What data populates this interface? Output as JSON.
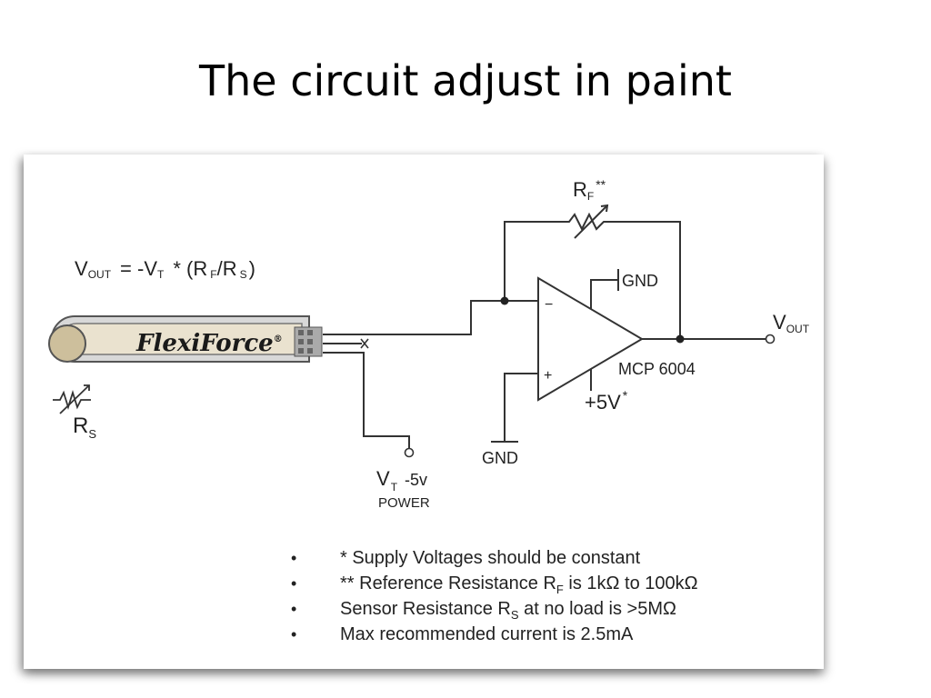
{
  "slide": {
    "title": "The circuit adjust in paint"
  },
  "diagram": {
    "formula": {
      "vout_v": "V",
      "vout_sub": "OUT",
      "eq": "= -V",
      "vt_sub": "T",
      "mult": "* (R",
      "rf_sub": "F",
      "slash": "/R",
      "rs_sub": "S",
      "close": ")"
    },
    "feedback_resistor": {
      "label": "R",
      "sub": "F",
      "sup": "**"
    },
    "sensor": {
      "brand": "FlexiForce",
      "reg": "®",
      "label": "R",
      "sub": "S"
    },
    "opamp": {
      "minus": "−",
      "plus": "+",
      "part": "MCP 6004"
    },
    "supply": {
      "top_gnd": "GND",
      "bottom_gnd": "GND",
      "vplus": "+5V",
      "vplus_sup": "*"
    },
    "output": {
      "label": "V",
      "sub": "OUT"
    },
    "drive": {
      "label": "V",
      "sub": "T",
      "value": "-5v",
      "power": "POWER"
    }
  },
  "notes": [
    {
      "bullet": "•",
      "text": "* Supply Voltages should be constant"
    },
    {
      "bullet": "•",
      "pre": "** Reference Resistance R",
      "sub": "F",
      "post": "is 1kΩ to 100kΩ"
    },
    {
      "bullet": "•",
      "pre": "Sensor Resistance R",
      "sub": "S",
      "post": "at no load is >5MΩ"
    },
    {
      "bullet": "•",
      "text": "Max recommended current is 2.5mA"
    }
  ]
}
